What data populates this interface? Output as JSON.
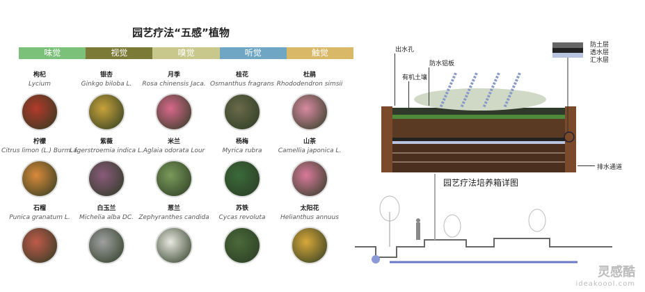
{
  "title": "园艺疗法“五感”植物",
  "senses": [
    {
      "label": "味觉",
      "color": "#7cc17a"
    },
    {
      "label": "视觉",
      "color": "#7b7a36"
    },
    {
      "label": "嗅觉",
      "color": "#c9c88c"
    },
    {
      "label": "听觉",
      "color": "#6fa6c4"
    },
    {
      "label": "触觉",
      "color": "#d9b968"
    }
  ],
  "plants": [
    [
      {
        "cn": "枸杞",
        "la": "Lycium",
        "color": "#b33a2a"
      },
      {
        "cn": "银杏",
        "la": "Ginkgo biloba L.",
        "color": "#c9a23a"
      },
      {
        "cn": "月季",
        "la": "Rosa chinensis Jaca.",
        "color": "#d9688a"
      },
      {
        "cn": "桂花",
        "la": "Osmanthus fragrans",
        "color": "#6a6a4a"
      },
      {
        "cn": "杜鹃",
        "la": "Rhododendron simsii",
        "color": "#d98aa0"
      }
    ],
    [
      {
        "cn": "柠檬",
        "la": "Citrus limon (L.) Burm. f.",
        "color": "#d98a3a"
      },
      {
        "cn": "紫薇",
        "la": "Lagerstroemia indica L.",
        "color": "#8a5a7a"
      },
      {
        "cn": "米兰",
        "la": "Aglaia odorata Lour",
        "color": "#7a9a5a"
      },
      {
        "cn": "杨梅",
        "la": "Myrica rubra",
        "color": "#3a6a3a"
      },
      {
        "cn": "山茶",
        "la": "Camellia japonica L.",
        "color": "#d97a9a"
      }
    ],
    [
      {
        "cn": "石榴",
        "la": "Punica granatum L.",
        "color": "#c05a4a"
      },
      {
        "cn": "白玉兰",
        "la": "Michelia alba DC.",
        "color": "#a0a0a0"
      },
      {
        "cn": "葱兰",
        "la": "Zephyranthes candida",
        "color": "#e8e8e0"
      },
      {
        "cn": "苏铁",
        "la": "Cycas revoluta",
        "color": "#4a6a3a"
      },
      {
        "cn": "太阳花",
        "la": "Helianthus annuus",
        "color": "#d9a83a"
      }
    ]
  ],
  "detail": {
    "caption": "园艺疗法培养箱详图",
    "labels": {
      "outlet": "出水孔",
      "waterproof": "防水铝板",
      "soil": "有机土壤",
      "drain": "排水通道"
    },
    "legend": [
      "防土层",
      "透水层",
      "汇水层"
    ]
  },
  "watermark": {
    "logo": "灵感酷",
    "url": "ideakoool.com"
  }
}
